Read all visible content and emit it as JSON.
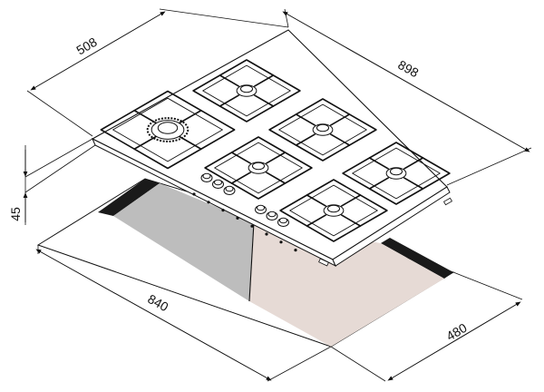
{
  "dimensions": {
    "hob_depth": "508",
    "hob_width": "898",
    "hob_height": "45",
    "cutout_width": "840",
    "cutout_depth": "480"
  },
  "colors": {
    "line": "#111111",
    "cutout_dark": "#1a1a1a",
    "cutout_grey": "#bdbdbd",
    "cutout_beige": "#e6dad5",
    "background": "#ffffff"
  },
  "burners": [
    {
      "label": "wok-burner",
      "type": "large"
    },
    {
      "label": "burner-top-center",
      "type": "medium"
    },
    {
      "label": "burner-right-upper",
      "type": "medium"
    },
    {
      "label": "burner-center",
      "type": "medium"
    },
    {
      "label": "burner-right-middle",
      "type": "medium"
    },
    {
      "label": "burner-front",
      "type": "medium"
    }
  ],
  "knob_count": 6
}
